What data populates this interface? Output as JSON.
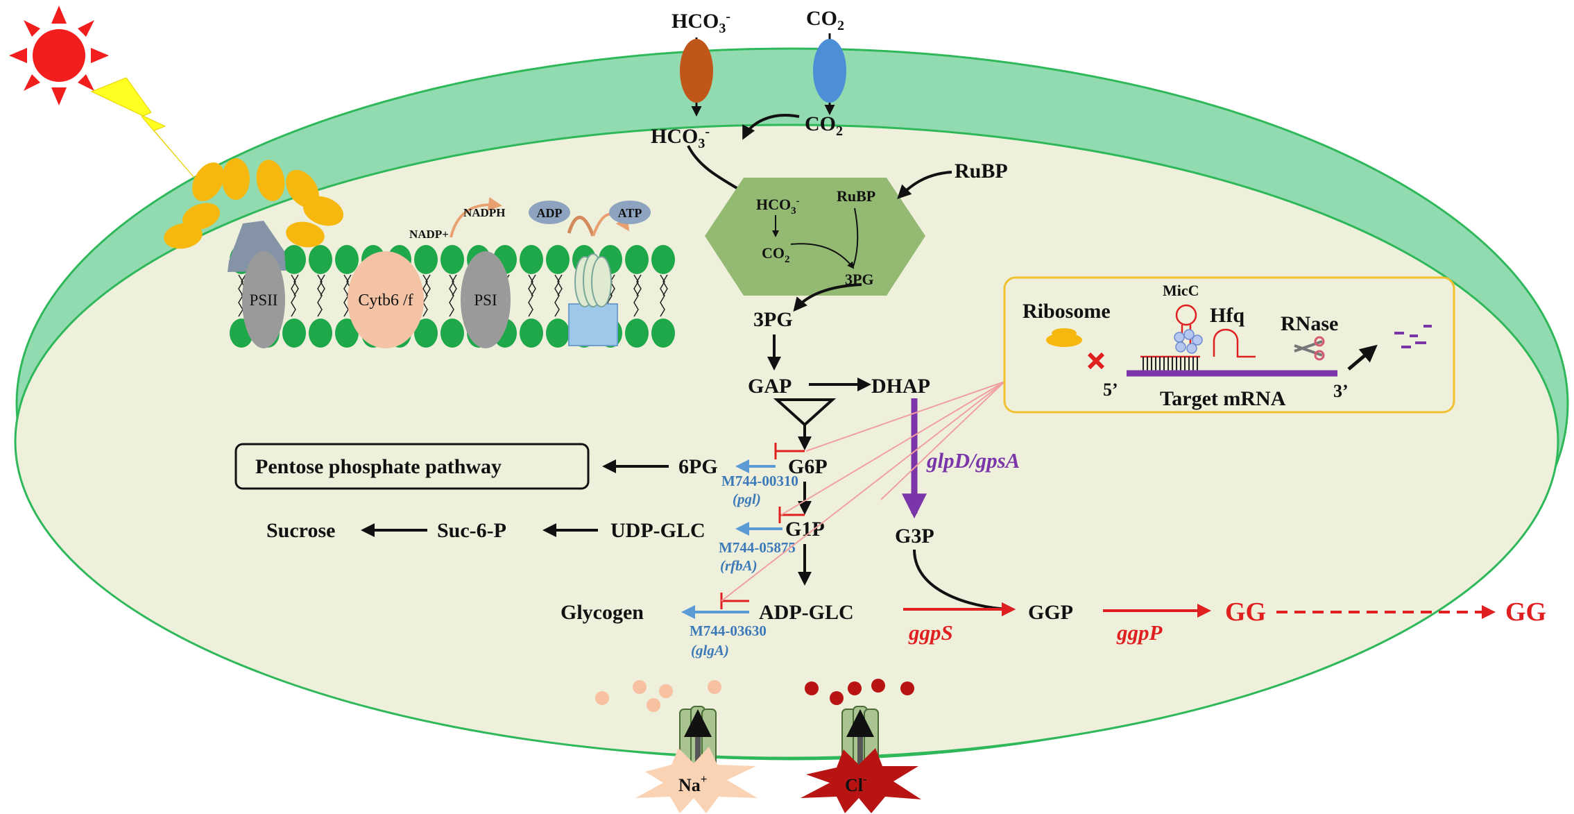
{
  "external": {
    "hco3": "HCO3-",
    "co2": "CO2",
    "na": "Na+",
    "cl": "Cl-",
    "gg_out": "GG"
  },
  "membrane": {
    "psii": "PSII",
    "cytb6f": "Cytb6 /f",
    "psi": "PSI",
    "nadp": "NADP+",
    "nadph": "NADPH",
    "adp": "ADP",
    "atp": "ATP"
  },
  "calvin": {
    "hco3_in": "HCO3-",
    "co2_in": "CO2",
    "rubp_outer": "RuBP",
    "hco3_cb": "HCO3-",
    "co2_cb": "CO2",
    "rubp_cb": "RuBP",
    "pg3_cb": "3PG",
    "pg3": "3PG"
  },
  "pathway": {
    "gap": "GAP",
    "dhap": "DHAP",
    "g6p": "G6P",
    "g1p": "G1P",
    "adp_glc": "ADP-GLC",
    "g3p": "G3P",
    "ggp": "GGP",
    "gg": "GG",
    "pg6": "6PG",
    "ppp": "Pentose phosphate pathway",
    "udp_glc": "UDP-GLC",
    "suc6p": "Suc-6-P",
    "sucrose": "Sucrose",
    "glycogen": "Glycogen"
  },
  "genes": {
    "glpd": "glpD/gpsA",
    "ggps": "ggpS",
    "ggpp": "ggpP",
    "m00310": "M744-00310",
    "pgl": "(pgl)",
    "m05875": "M744-05875",
    "rfba": "(rfbA)",
    "m03630": "M744-03630",
    "glga": "(glgA)"
  },
  "srna": {
    "ribosome": "Ribosome",
    "micc": "MicC",
    "hfq": "Hfq",
    "rnase": "RNase",
    "five": "5’",
    "three": "3’",
    "target": "Target mRNA"
  },
  "colors": {
    "cell_fill": "#eef0dc",
    "cell_wall": "#92dbb0",
    "cell_stroke": "#2fb85a",
    "lipid": "#1ea84a",
    "hco3_channel": "#c0561a",
    "co2_channel": "#4d8fd6",
    "calvin": "#93b973",
    "red": "#e02020",
    "blue": "#3b79b8",
    "purple": "#7a35a8",
    "antenna": "#f6b80f",
    "srna_box": "#f0c030"
  }
}
